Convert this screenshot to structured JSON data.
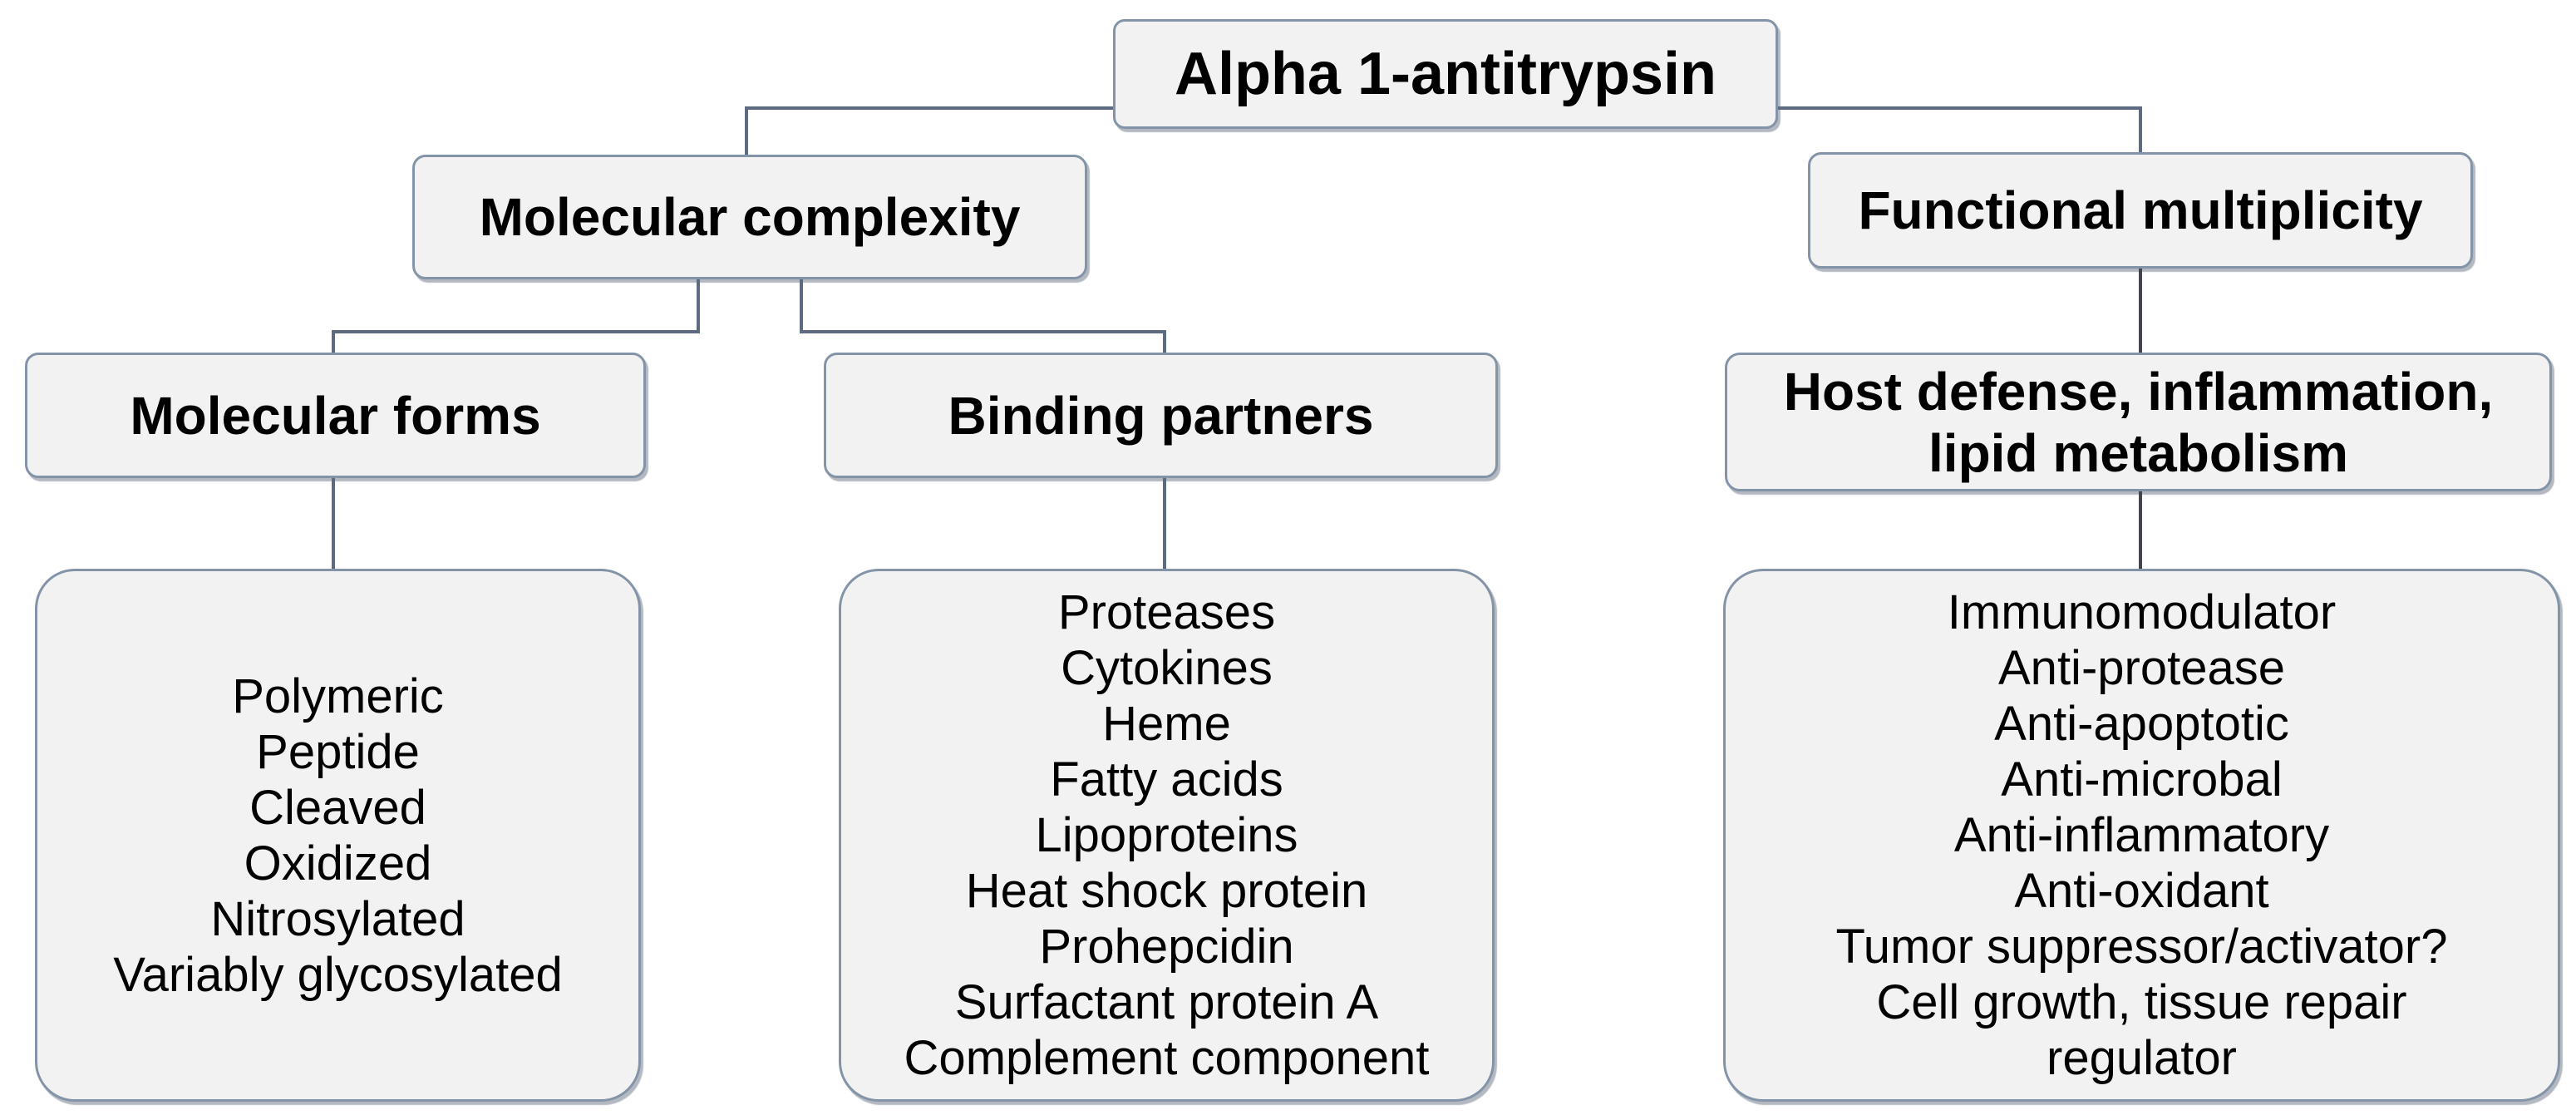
{
  "diagram": {
    "root": {
      "label": "Alpha 1-antitrypsin"
    },
    "branches": [
      {
        "label": "Molecular complexity",
        "children": [
          {
            "label": "Molecular forms",
            "items": [
              "Polymeric",
              "Peptide",
              "Cleaved",
              "Oxidized",
              "Nitrosylated",
              "Variably glycosylated"
            ]
          },
          {
            "label": "Binding partners",
            "items": [
              "Proteases",
              "Cytokines",
              "Heme",
              "Fatty acids",
              "Lipoproteins",
              "Heat shock protein",
              "Prohepcidin",
              "Surfactant protein A",
              "Complement component"
            ]
          }
        ]
      },
      {
        "label": "Functional multiplicity",
        "children": [
          {
            "label": "Host defense, inflammation,\nlipid metabolism",
            "items": [
              "Immunomodulator",
              "Anti-protease",
              "Anti-apoptotic",
              "Anti-microbal",
              "Anti-inflammatory",
              "Anti-oxidant",
              "Tumor suppressor/activator?",
              "Cell growth, tissue repair\nregulator"
            ]
          }
        ]
      }
    ],
    "colors": {
      "background": "#ffffff",
      "box_fill": "#f2f2f3",
      "box_border": "#8494a8",
      "connector": "#5c6b80",
      "connector_dark": "#40454e",
      "text": "#000000"
    }
  }
}
